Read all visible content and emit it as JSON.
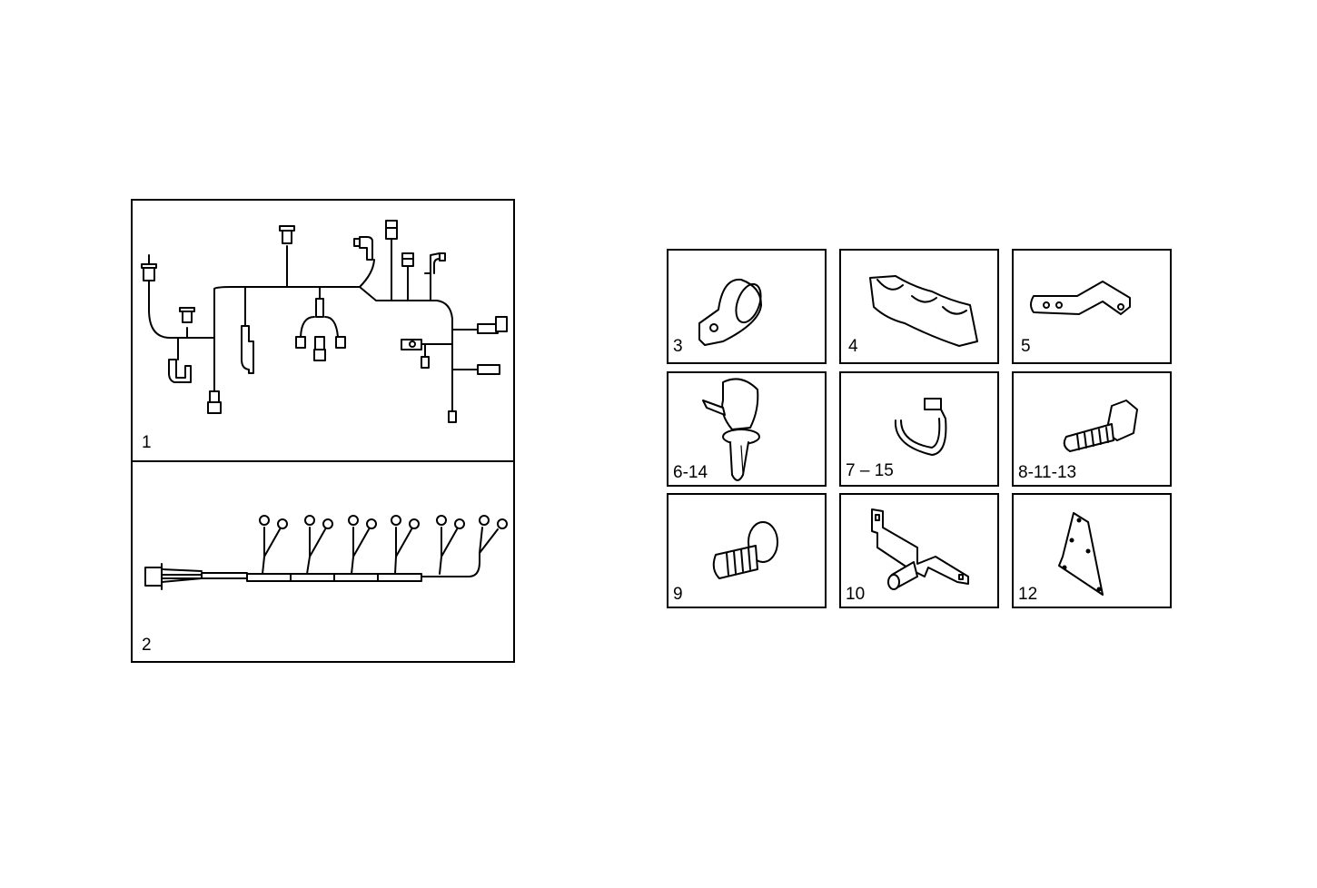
{
  "left_group": {
    "panels": [
      {
        "id": "1",
        "label": "1",
        "description": "Main wiring harness with multiple branch connectors"
      },
      {
        "id": "2",
        "label": "2",
        "description": "Injector wiring harness with six pairs of ring terminals"
      }
    ]
  },
  "right_grid": {
    "panels": [
      {
        "label": "3",
        "description": "P-clip cable clamp"
      },
      {
        "label": "4",
        "description": "Triple pipe clip"
      },
      {
        "label": "5",
        "description": "Bent bracket strip"
      },
      {
        "label": "6-14",
        "description": "Cable clip with push-in fastener"
      },
      {
        "label": "7 – 15",
        "description": "Cable tie"
      },
      {
        "label": "8-11-13",
        "description": "Hex bolt"
      },
      {
        "label": "9",
        "description": "Flanged bolt"
      },
      {
        "label": "10",
        "description": "Bracket with tube"
      },
      {
        "label": "12",
        "description": "Triangular mounting plate"
      }
    ]
  },
  "colors": {
    "line": "#000000",
    "background": "#ffffff"
  }
}
